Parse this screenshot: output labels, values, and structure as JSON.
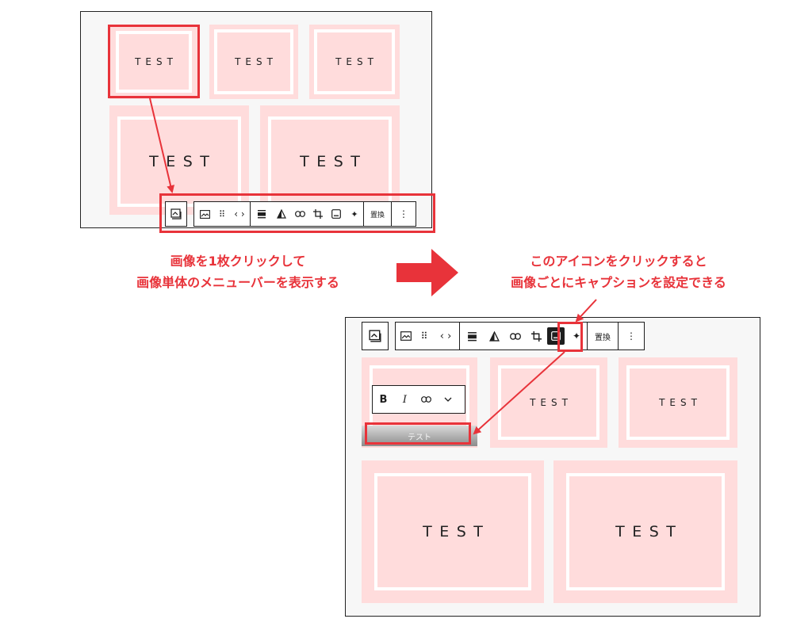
{
  "tile_text": "TEST",
  "notes": {
    "left_line1": "画像を1枚クリックして",
    "left_line2": "画像単体のメニューバーを表示する",
    "right_line1": "このアイコンをクリックすると",
    "right_line2": "画像ごとにキャプションを設定できる"
  },
  "toolbar": {
    "block_icon": "gallery-block-icon",
    "image_icon": "image-icon",
    "drag_icon": "drag-handle-icon",
    "move_icon": "move-arrows-icon",
    "align_icon": "align-icon",
    "duotone_icon": "duotone-filter-icon",
    "link_icon": "link-icon",
    "crop_icon": "crop-icon",
    "caption_icon": "caption-icon",
    "ai_icon": "sparkle-ai-icon",
    "replace_label": "置換",
    "more_icon": "more-vertical-icon"
  },
  "caption_toolbar": {
    "bold": "B",
    "italic": "I",
    "link_icon": "link-icon",
    "more_icon": "chevron-down-icon"
  },
  "caption_text": "テスト",
  "colors": {
    "annotation_red": "#e8333a",
    "tile_pink": "#ffdcdc"
  }
}
